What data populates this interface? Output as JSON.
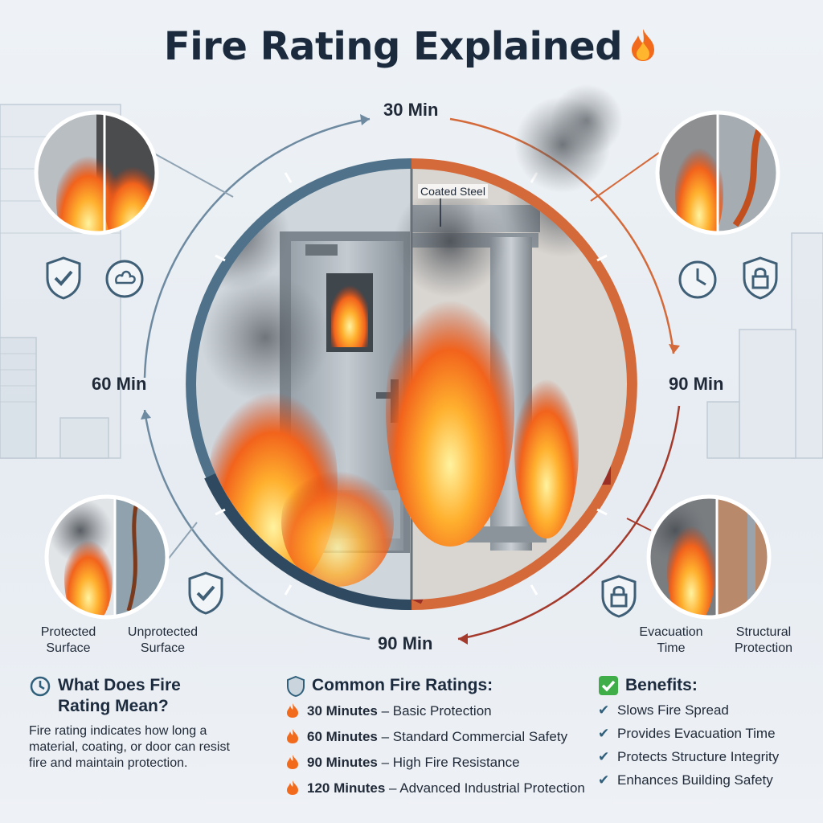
{
  "title": "Fire Rating Explained",
  "dial": {
    "top_label": "30 Min",
    "left_label": "60 Min",
    "right_label": "90 Min",
    "bottom_label": "90 Min"
  },
  "callouts": {
    "coated_steel": "Coated Steel"
  },
  "bottom_left_captions": {
    "protected": "Protected Surface",
    "unprotected": "Unprotected Surface"
  },
  "bottom_right_captions": {
    "evacuation": "Evacuation Time",
    "structural": "Structural Protection"
  },
  "what_section": {
    "heading": "What Does Fire Rating Mean?",
    "body": "Fire rating indicates how long a material, coating, or door can resist fire and maintain protection."
  },
  "ratings_section": {
    "heading": "Common Fire Ratings:",
    "items": [
      {
        "minutes": "30 Minutes",
        "desc": "Basic Protection"
      },
      {
        "minutes": "60 Minutes",
        "desc": "Standard Commercial Safety"
      },
      {
        "minutes": "90 Minutes",
        "desc": "High Fire Resistance"
      },
      {
        "minutes": "120 Minutes",
        "desc": "Advanced Industrial Protection"
      }
    ]
  },
  "benefits_section": {
    "heading": "Benefits:",
    "items": [
      "Slows Fire Spread",
      "Provides Evacuation Time",
      "Protects Structure Integrity",
      "Enhances Building Safety"
    ]
  },
  "colors": {
    "cool": "#5b7d96",
    "hot": "#d9733a",
    "dark_red": "#8e2a22",
    "navy": "#1b2a3d"
  }
}
